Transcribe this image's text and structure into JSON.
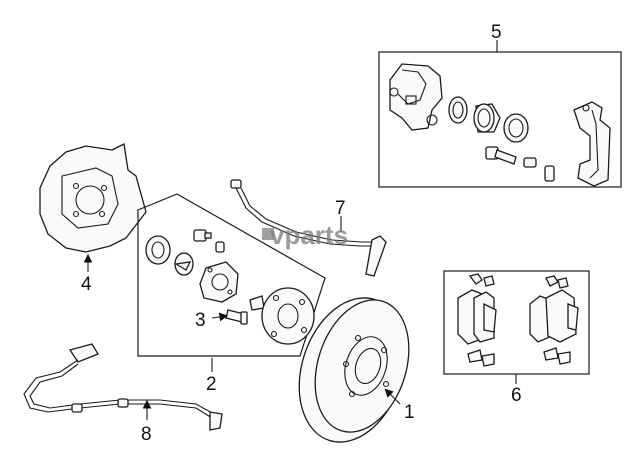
{
  "watermark": "vparts",
  "callouts": {
    "c1": "1",
    "c2": "2",
    "c3": "3",
    "c4": "4",
    "c5": "5",
    "c6": "6",
    "c7": "7",
    "c8": "8"
  }
}
